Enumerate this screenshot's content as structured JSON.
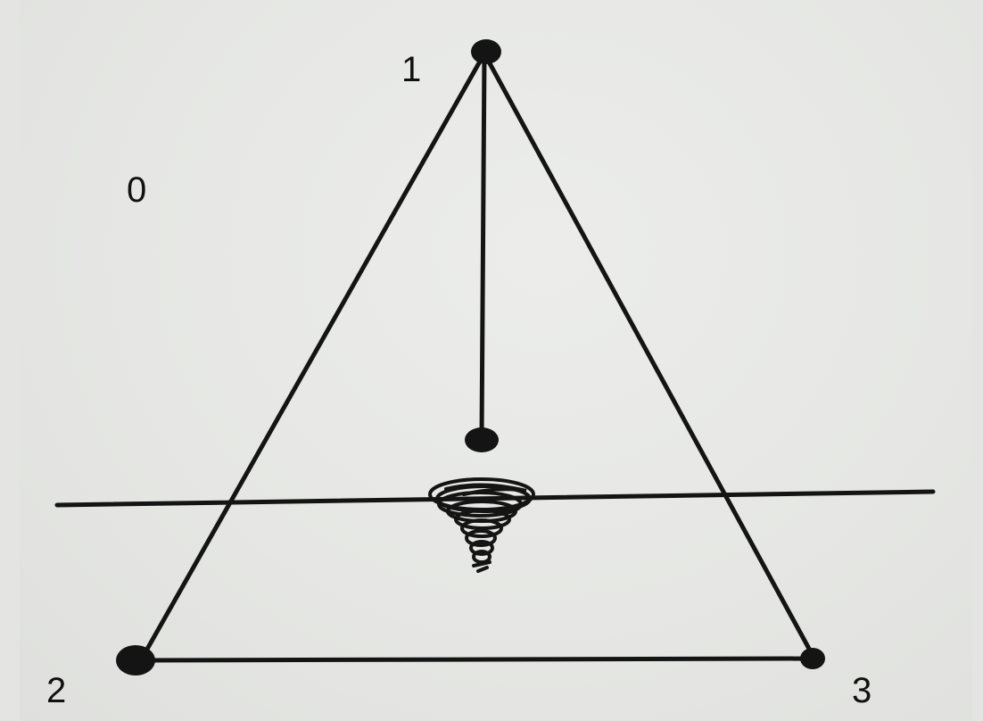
{
  "labels": {
    "region": "0",
    "top_vertex": "1",
    "bottom_left_vertex": "2",
    "bottom_right_vertex": "3"
  },
  "colors": {
    "ink": "#141414",
    "paper": "#e6e7e4"
  }
}
